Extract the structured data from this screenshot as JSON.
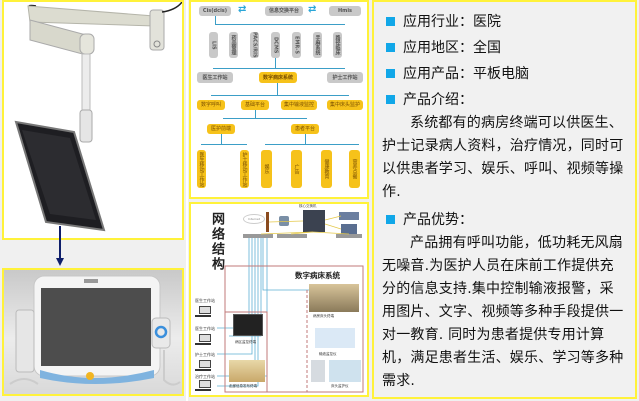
{
  "left": {
    "arm_image": "ceiling-arm-mounted-monitor",
    "terminal_image": "bedside-tablet-terminal",
    "arrow": "down-arrow"
  },
  "architecture": {
    "top": [
      "Cis(dcis)",
      "信息交换平台",
      "Hmis"
    ],
    "systems": [
      "LIS",
      "药品管理",
      "PACS/RIS",
      "DCMS",
      "EMR-S",
      "手麻系统",
      "路径临床"
    ],
    "stations": [
      "医生工作站",
      "数字病床系统",
      "护士工作站"
    ],
    "modules": [
      "数字呼叫",
      "基础平台",
      "集中输液监控",
      "集中床头监护"
    ],
    "platforms": [
      "医护前端",
      "患者平台"
    ],
    "leaves": [
      "医生移动工作站",
      "护士移动工作站",
      "娱乐",
      "广告",
      "健康教育",
      "营养点餐"
    ]
  },
  "network": {
    "title": "网络结构",
    "core": "核心交换机",
    "internet": "Internet",
    "workstations": [
      "医生工作站",
      "医生工作站",
      "护士工作站",
      "治疗工作站"
    ],
    "system_title": "数字病床系统",
    "devices": [
      "病房床头终端",
      "病区监控终端",
      "输液监控仪",
      "走廊信息发布终端",
      "床头监护仪"
    ]
  },
  "info": {
    "industry_label": "应用行业：",
    "industry_value": "医院",
    "region_label": "应用地区：",
    "region_value": "全国",
    "product_label": "应用产品：",
    "product_value": "平板电脑",
    "intro_label": "产品介绍：",
    "intro_text": "系统都有的病房终端可以供医生、护士记录病人资料，治疗情况，同时可以供患者学习、娱乐、呼叫、视频等操作.",
    "advantage_label": "产品优势：",
    "advantage_text": "产品拥有呼叫功能，低功耗无风扇无噪音.为医护人员在床前工作提供充分的信息支持.集中控制输液报警，采用图片、文字、视频等多种手段提供一对一教育. 同时为患者提供专用计算机，满足患者生活、娱乐、学习等多种需求."
  },
  "colors": {
    "frame": "#fff23a",
    "bullet": "#11a7e8",
    "orange_box": "#f6c21a",
    "gray_box": "#c9c9c9",
    "line": "#3b9ec7"
  }
}
